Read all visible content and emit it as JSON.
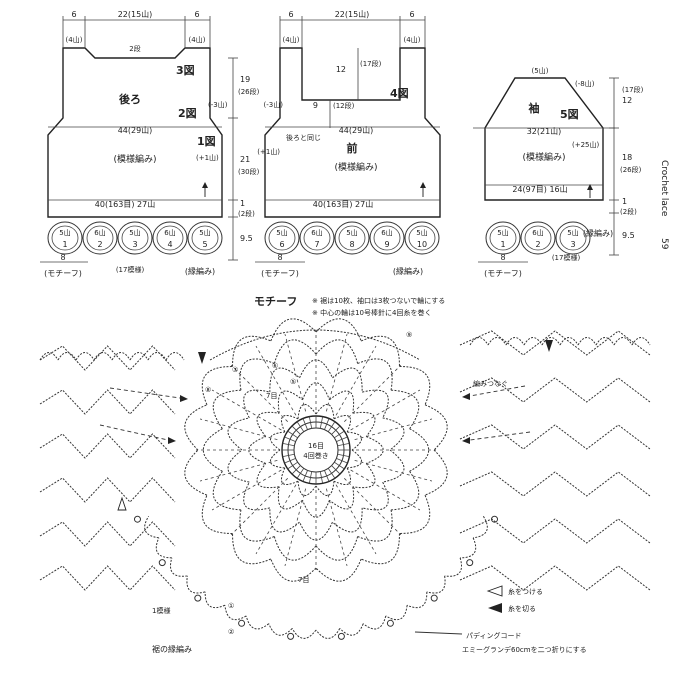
{
  "page": {
    "side_title": "Crochet lace",
    "page_number": "59"
  },
  "back_panel": {
    "title": "後ろ",
    "pattern": "(模様編み)",
    "shoulder_left": "6",
    "shoulder_left_sub": "(4山)",
    "neck_width": "22(15山)",
    "shoulder_right": "6",
    "shoulder_right_sub": "(4山)",
    "neck_depth": "2段",
    "mark_3": "3図",
    "mark_2": "2図",
    "mark_1": "1図",
    "bust_width": "44(29山)",
    "armhole_dec": "(-3山)",
    "side_inc": "(+1山)",
    "hem_width": "40(163目) 27山",
    "height_armhole": "19",
    "height_armhole_sub": "(26段)",
    "height_side": "21",
    "height_side_sub": "(30段)",
    "height_edge": "1",
    "height_edge_sub": "(2段)",
    "height_motif": "9.5",
    "motifs_top": [
      "5山",
      "6山",
      "5山",
      "6山",
      "5山"
    ],
    "motifs_num": [
      "1",
      "2",
      "3",
      "4",
      "5"
    ],
    "motif_width": "8",
    "motif_label": "(モチーフ)",
    "pattern_count": "(17模様)",
    "edging": "(縁編み)"
  },
  "front_panel": {
    "title": "前",
    "pattern": "(模様編み)",
    "shoulder_left": "6",
    "shoulder_left_sub": "(4山)",
    "neck_width": "22(15山)",
    "shoulder_right": "6",
    "shoulder_right_sub": "(4山)",
    "neck_depth": "12",
    "neck_depth_sub": "(17段)",
    "inner_depth": "9",
    "inner_depth_sub": "(12段)",
    "mark_4": "4図",
    "armhole_dec": "(-3山)",
    "bust_width": "44(29山)",
    "back_note": "後ろと同じ",
    "side_inc": "(+1山)",
    "hem_width": "40(163目) 27山",
    "motifs_top": [
      "5山",
      "6山",
      "5山",
      "6山",
      "5山"
    ],
    "motifs_num": [
      "6",
      "7",
      "8",
      "9",
      "10"
    ],
    "motif_width": "8",
    "motif_label": "(モチーフ)",
    "edging": "(縁編み)"
  },
  "sleeve_panel": {
    "title": "袖",
    "mark_5": "5図",
    "pattern": "(模様編み)",
    "top": "(5山)",
    "top_dec": "(-8山)",
    "width_upper": "32(21山)",
    "width_inc": "(+25山)",
    "cuff_width": "24(97目) 16山",
    "height_cap": "12",
    "height_cap_sub": "(17段)",
    "height_arm": "18",
    "height_arm_sub": "(26段)",
    "height_edge": "1",
    "height_edge_sub": "(2段)",
    "height_motif": "9.5",
    "motifs_top": [
      "5山",
      "6山",
      "5山"
    ],
    "motifs_num": [
      "1",
      "2",
      "3"
    ],
    "motif_width": "8",
    "motif_label": "(モチーフ)",
    "pattern_count": "(17模様)",
    "edging": "(縁編み)"
  },
  "motif_chart": {
    "title": "モチーフ",
    "note_1": "※ 裾は10枚、袖口は3枚つないで輪にする",
    "note_2": "※ 中心の輪は10号棒針に4回糸を巻く",
    "center_rows": "16目",
    "center_wrap": "4回巻き",
    "row_labels": [
      "⑨",
      "⑧",
      "⑦",
      "⑥",
      "⑤",
      "7目",
      "7目",
      "①",
      "②"
    ],
    "join_label": "編みつなぐ",
    "one_pattern": "1模様",
    "hem_edging": "裾の縁編み",
    "legend_attach": "糸をつける",
    "legend_cut": "糸を切る",
    "padding_cord": "パディングコード",
    "padding_note": "エミーグランデ60cmを二つ折りにする"
  },
  "colors": {
    "ink": "#222222",
    "paper": "#ffffff"
  }
}
